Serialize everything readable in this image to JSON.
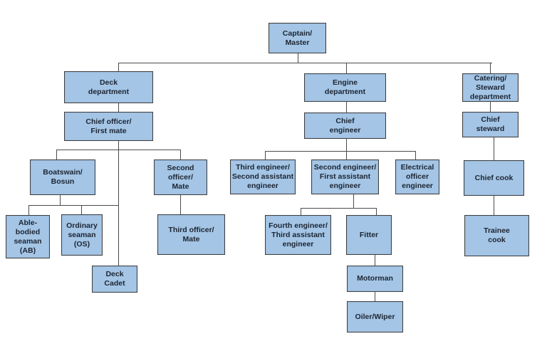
{
  "diagram_type": "organizational-chart",
  "subject": "Ship crew hierarchy",
  "colors": {
    "background": "#ffffff",
    "box_fill": "#a4c5e5",
    "box_border": "#3f3f3f",
    "connector_line": "#4b4b4b",
    "text": "#1c2533"
  },
  "nodes": {
    "captain": {
      "label": "Captain/\nMaster"
    },
    "deck_department": {
      "label": "Deck\ndepartment"
    },
    "chief_officer": {
      "label": "Chief officer/\nFirst mate"
    },
    "boatswain": {
      "label": "Boatswain/\nBosun"
    },
    "able_seaman": {
      "label": "Able-\nbodied\nseaman\n(AB)"
    },
    "ordinary_seaman": {
      "label": "Ordinary\nseaman\n(OS)"
    },
    "deck_cadet": {
      "label": "Deck\nCadet"
    },
    "second_officer": {
      "label": "Second\nofficer/\nMate"
    },
    "third_officer": {
      "label": "Third officer/\nMate"
    },
    "engine_department": {
      "label": "Engine\ndepartment"
    },
    "chief_engineer": {
      "label": "Chief\nengineer"
    },
    "third_engineer": {
      "label": "Third engineer/\nSecond assistant\nengineer"
    },
    "second_engineer": {
      "label": "Second engineer/\nFirst assistant\nengineer"
    },
    "electrical_officer": {
      "label": "Electrical\nofficer\nengineer"
    },
    "fourth_engineer": {
      "label": "Fourth engineer/\nThird assistant\nengineer"
    },
    "fitter": {
      "label": "Fitter"
    },
    "motorman": {
      "label": "Motorman"
    },
    "oiler_wiper": {
      "label": "Oiler/Wiper"
    },
    "catering_department": {
      "label": "Catering/\nSteward\ndepartment"
    },
    "chief_steward": {
      "label": "Chief\nsteward"
    },
    "chief_cook": {
      "label": "Chief cook"
    },
    "trainee_cook": {
      "label": "Trainee\ncook"
    }
  },
  "hierarchy": {
    "captain": [
      "deck_department",
      "engine_department",
      "catering_department"
    ],
    "deck_department": [
      "chief_officer"
    ],
    "chief_officer": [
      "boatswain",
      "second_officer",
      "deck_cadet"
    ],
    "boatswain": [
      "able_seaman",
      "ordinary_seaman"
    ],
    "second_officer": [
      "third_officer"
    ],
    "engine_department": [
      "chief_engineer"
    ],
    "chief_engineer": [
      "third_engineer",
      "second_engineer",
      "electrical_officer"
    ],
    "second_engineer": [
      "fourth_engineer",
      "fitter"
    ],
    "fitter": [
      "motorman"
    ],
    "motorman": [
      "oiler_wiper"
    ],
    "catering_department": [
      "chief_steward"
    ],
    "chief_steward": [
      "chief_cook"
    ],
    "chief_cook": [
      "trainee_cook"
    ]
  }
}
